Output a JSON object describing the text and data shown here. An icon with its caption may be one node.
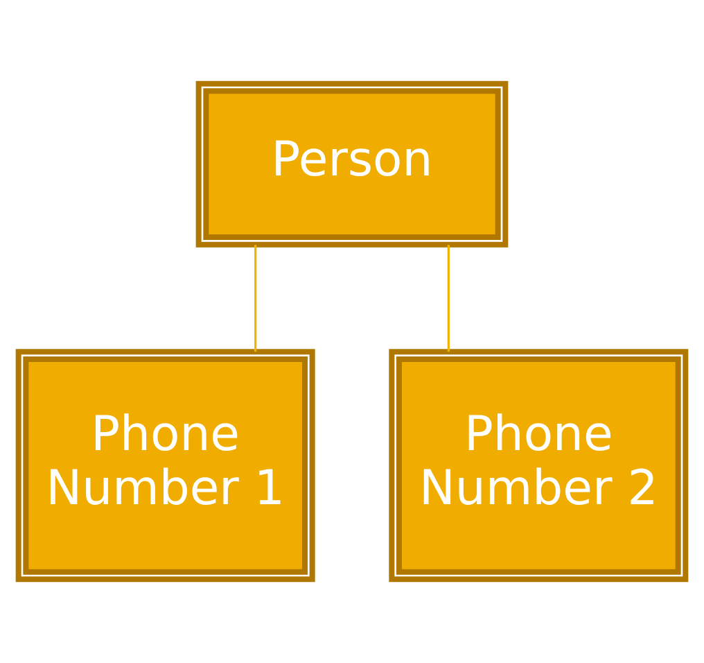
{
  "diagram": {
    "nodes": [
      {
        "text": [
          "Person"
        ]
      },
      {
        "text": [
          "Phone Number 1"
        ]
      },
      {
        "text": [
          "Phone Number 2"
        ]
      }
    ],
    "edges": [
      {
        "from": 0,
        "to": 1,
        "arrow": "none"
      },
      {
        "from": 0,
        "to": 2,
        "arrow": "none"
      }
    ]
  }
}
